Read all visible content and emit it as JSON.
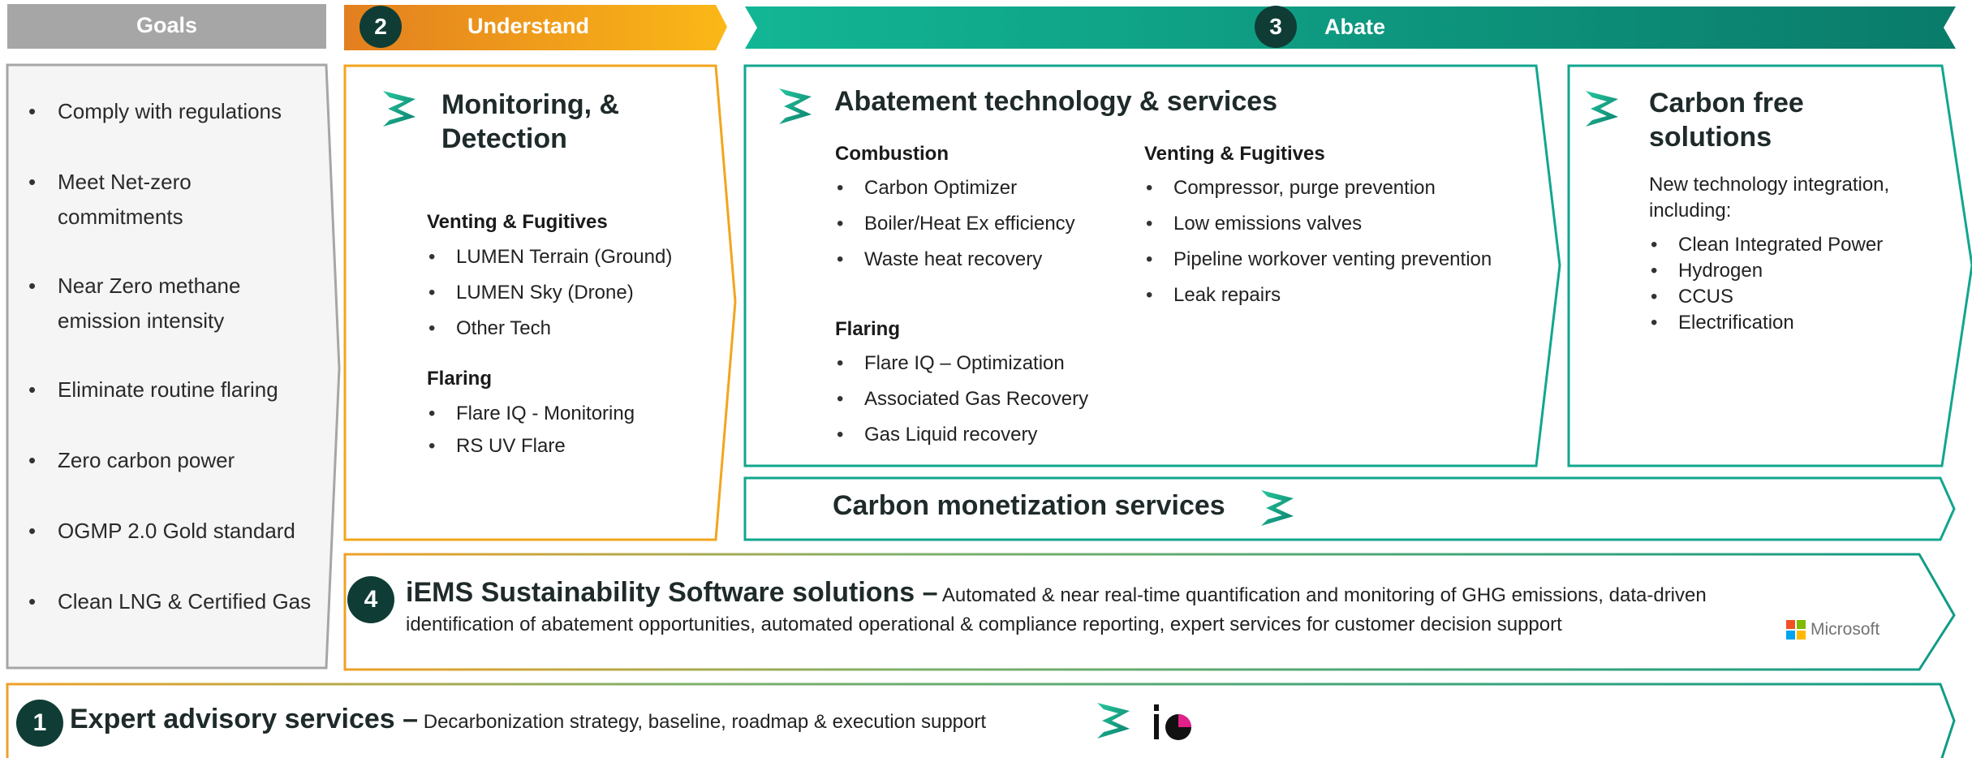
{
  "headers": {
    "goals": "Goals",
    "understand": {
      "num": "2",
      "label": "Understand"
    },
    "abate": {
      "num": "3",
      "label": "Abate"
    }
  },
  "goals": [
    "Comply with regulations",
    "Meet Net-zero commitments",
    "Near Zero methane emission intensity",
    "Eliminate routine flaring",
    "Zero carbon power",
    "OGMP 2.0 Gold standard",
    "Clean LNG & Certified Gas"
  ],
  "monitoring": {
    "title": "Monitoring, & Detection",
    "venting_heading": "Venting & Fugitives",
    "venting_items": [
      "LUMEN Terrain (Ground)",
      "LUMEN Sky (Drone)",
      "Other Tech"
    ],
    "flaring_heading": "Flaring",
    "flaring_items": [
      "Flare IQ - Monitoring",
      "RS UV Flare"
    ]
  },
  "abatement": {
    "title": "Abatement technology & services",
    "combustion_heading": "Combustion",
    "combustion_items": [
      "Carbon Optimizer",
      "Boiler/Heat Ex efficiency",
      "Waste heat recovery"
    ],
    "flaring_heading": "Flaring",
    "flaring_items": [
      "Flare IQ – Optimization",
      "Associated Gas Recovery",
      "Gas Liquid recovery"
    ],
    "venting_heading": "Venting & Fugitives",
    "venting_items": [
      "Compressor, purge prevention",
      "Low emissions valves",
      "Pipeline workover venting prevention",
      "Leak repairs"
    ]
  },
  "carbon_free": {
    "title": "Carbon free solutions",
    "intro": "New technology integration, including:",
    "items": [
      "Clean Integrated Power",
      "Hydrogen",
      "CCUS",
      "Electrification"
    ]
  },
  "monetization": {
    "title": "Carbon monetization services"
  },
  "iems": {
    "num": "4",
    "title": "iEMS Sustainability Software solutions –",
    "description": "Automated & near real-time quantification and monitoring of GHG emissions, data-driven identification of abatement opportunities, automated operational & compliance reporting, expert services for customer decision support",
    "partner": "Microsoft"
  },
  "advisory": {
    "num": "1",
    "title": "Expert advisory services –",
    "description": "Decarbonization strategy, baseline, roadmap & execution support"
  },
  "colors": {
    "orange": "#e8891c",
    "yellow": "#f9b51c",
    "teal": "#0faa8c",
    "dark_teal": "#0b7a68",
    "goals_gray": "#a6a6a6",
    "circle": "#0f3d36"
  },
  "icons": [
    "brand-chevron-icon",
    "io-logo-icon",
    "microsoft-logo-icon"
  ]
}
